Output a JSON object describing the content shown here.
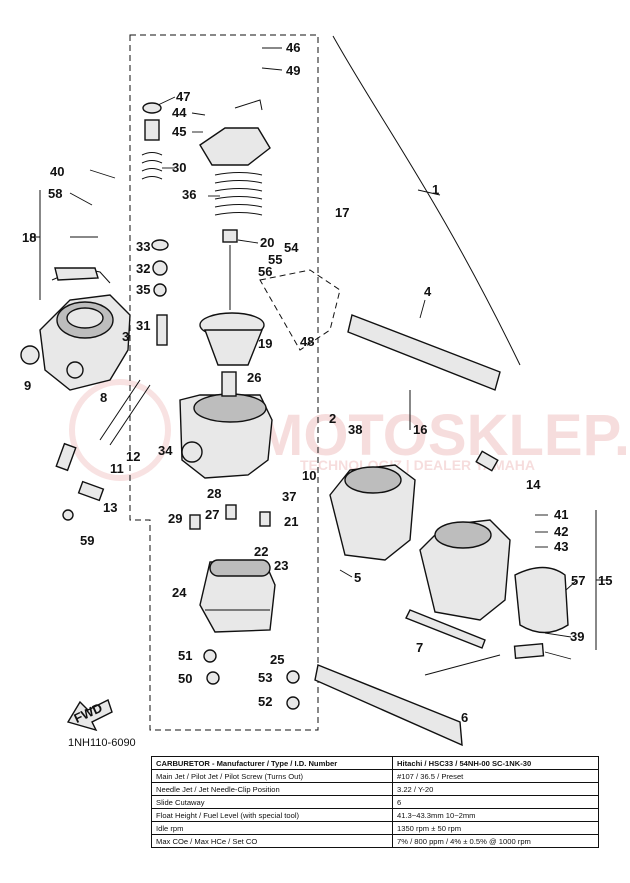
{
  "diagram": {
    "code": "1NH110-6090",
    "fwd_label": "FWD",
    "watermark_main": "MOTOSKLEP.PL",
    "watermark_sub": "TECHNOLOGIZ | DEALER YAMAHA",
    "callouts": [
      "1",
      "2",
      "3",
      "4",
      "5",
      "6",
      "7",
      "8",
      "9",
      "10",
      "11",
      "12",
      "13",
      "14",
      "15",
      "16",
      "17",
      "18",
      "19",
      "20",
      "21",
      "22",
      "23",
      "24",
      "25",
      "26",
      "27",
      "28",
      "29",
      "30",
      "31",
      "32",
      "33",
      "34",
      "35",
      "36",
      "37",
      "38",
      "39",
      "40",
      "41",
      "42",
      "43",
      "44",
      "45",
      "46",
      "47",
      "48",
      "49",
      "50",
      "51",
      "52",
      "53",
      "54",
      "55",
      "56",
      "57",
      "58",
      "59"
    ]
  },
  "spec_table": {
    "rows": [
      {
        "label": "CARBURETOR - Manufacturer / Type / I.D. Number",
        "value": "Hitachi / HSC33 / 54NH-00 SC-1NK-30"
      },
      {
        "label": "Main Jet / Pilot Jet / Pilot Screw (Turns Out)",
        "value": "#107 / 36.5 / Preset"
      },
      {
        "label": "Needle Jet / Jet Needle-Clip Position",
        "value": "3.22 / Y-20"
      },
      {
        "label": "Slide Cutaway",
        "value": "6"
      },
      {
        "label": "Float Height / Fuel Level (with special tool)",
        "value": "41.3~43.3mm 10~2mm"
      },
      {
        "label": "Idle rpm",
        "value": "1350 rpm ± 50 rpm"
      },
      {
        "label": "Max COe / Max HCe / Set CO",
        "value": "7% / 800 ppm / 4% ± 0.5% @ 1000 rpm"
      }
    ]
  }
}
